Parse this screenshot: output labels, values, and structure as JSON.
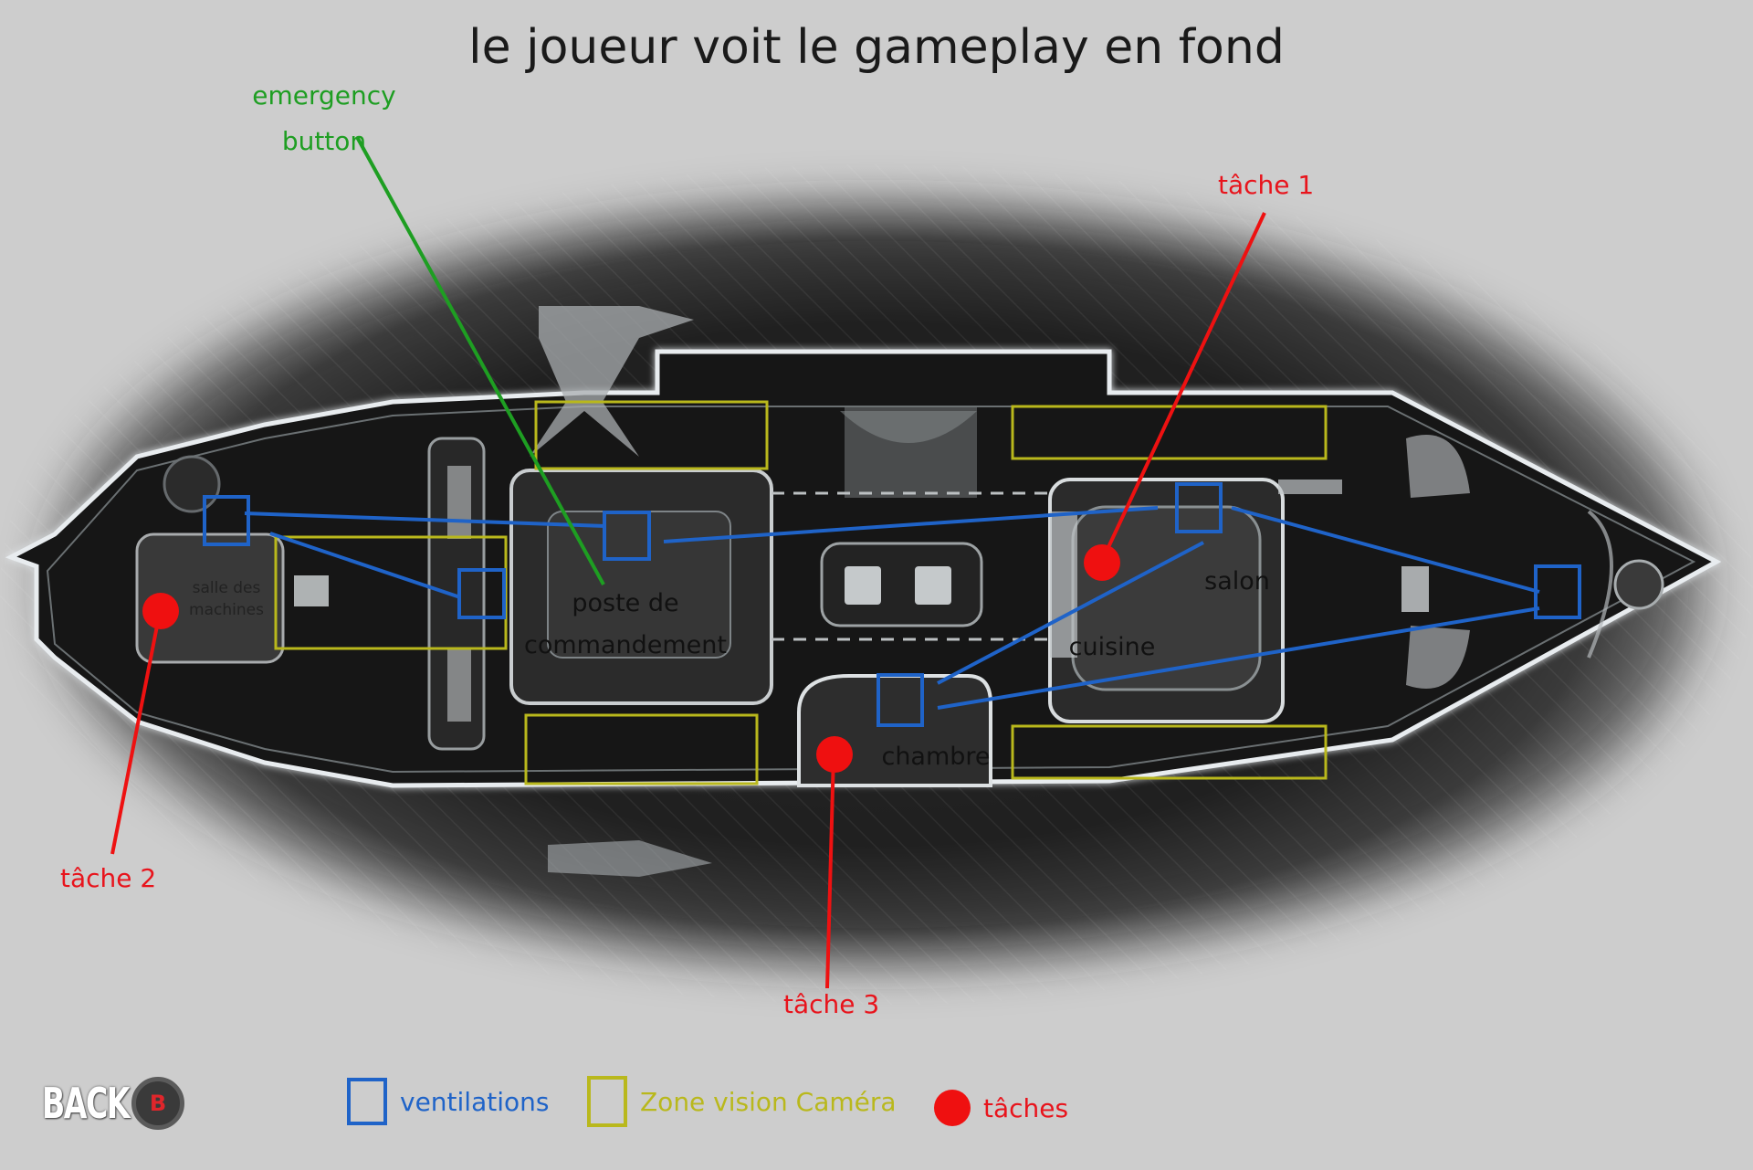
{
  "title": "le joueur voit le gameplay en fond",
  "rooms": {
    "salle_des_machines_line1": "salle des",
    "salle_des_machines_line2": "machines",
    "poste_line1": "poste de",
    "poste_line2": "commandement",
    "salon": "salon",
    "cuisine": "cuisine",
    "chambre": "chambre"
  },
  "callouts": {
    "emergency_line1": "emergency",
    "emergency_line2": "button",
    "tache1": "tâche 1",
    "tache2": "tâche 2",
    "tache3": "tâche 3"
  },
  "back": {
    "label": "BACK",
    "button_letter": "B"
  },
  "legend": {
    "ventilations": "ventilations",
    "camera": "Zone vision Caméra",
    "taches": "tâches"
  },
  "colors": {
    "ventilation": "#1f63c8",
    "camera_zone": "#b9b81c",
    "task": "#ef1010",
    "emergency": "#1e9e22",
    "background": "#cdcdcd"
  },
  "icons": {
    "back_button": "b-button-icon",
    "vent": "ventilation-square-icon",
    "camera": "camera-zone-square-icon",
    "task": "task-dot-icon"
  }
}
